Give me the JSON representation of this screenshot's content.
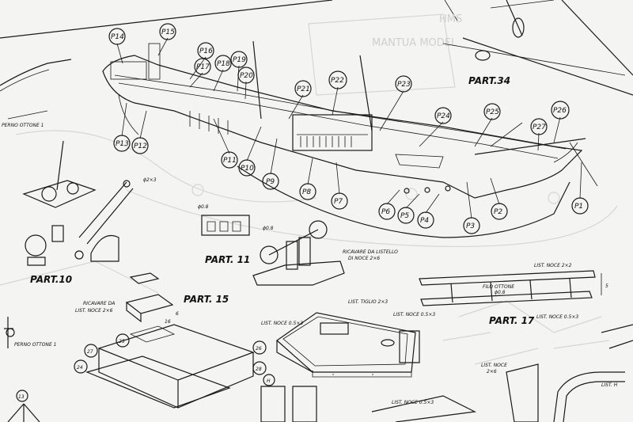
{
  "sheet": {
    "background": "#f4f4f2",
    "ink_color": "#1a1a1a",
    "header_faint_text": [
      "MANTUA MODEL",
      "HMS"
    ]
  },
  "callouts": [
    "P14",
    "P15",
    "P16",
    "P17",
    "P18",
    "P19",
    "P20",
    "P21",
    "P22",
    "P23",
    "P24",
    "P25",
    "P26",
    "P27",
    "P13",
    "P12",
    "P11",
    "P10",
    "P9",
    "P8",
    "P7",
    "P6",
    "P5",
    "P4",
    "P3",
    "P2",
    "P1"
  ],
  "part_titles": {
    "part34": "PART.34",
    "part11": "PART. 11",
    "part10": "PART.10",
    "part15": "PART. 15",
    "part17": "PART. 17"
  },
  "notes": {
    "dia_08_a": "ϕ0.8",
    "dia_08_b": "ϕ0.8",
    "dia_2x3": "ϕ2×3",
    "listello": "RICAVARE DA LISTELLO",
    "listello2": "DI NOCE 2×6",
    "ricavare_noce": "RICAVARE DA",
    "list_noce_2x6": "LIST. NOCE 2×6",
    "list_tiglio": "LIST. TIGLIO 2×3",
    "list_noce_05x3_a": "LIST. NOCE 0.5×3",
    "list_noce_05x3_b": "LIST. NOCE 0.5×3",
    "list_noce_05x3_c": "LIST. NOCE 0.5×3",
    "list_noce_05x3_d": "LIST. NOCE 0.5×3",
    "list_noce_2x2": "LIST. NOCE 2×2",
    "list_noce_2x6b": "LIST. NOCE",
    "list_noce_2x6b_dim": "2×6",
    "filo_ottone": "FILO OTTONE",
    "filo_ottone_dim": "ϕ0.8",
    "perno_ottone_a": "PERNO OTTONE 1",
    "perno_ottone_b": "PERNO OTTONE 1",
    "dim_5": "5",
    "dim_6": "6",
    "dim_16": "16",
    "list_h": "LIST. H"
  },
  "numbers": {
    "n26": "26",
    "n27": "27",
    "n24": "24",
    "n25": "25",
    "n28": "28",
    "n13": "13",
    "nH": "H"
  }
}
